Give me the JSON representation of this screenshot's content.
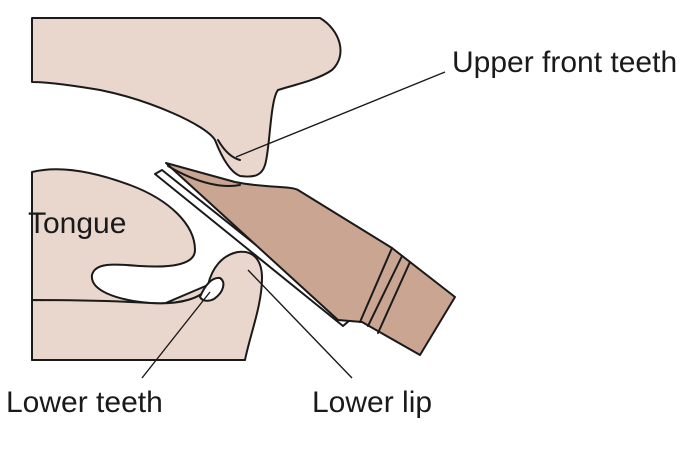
{
  "labels": {
    "upper_front_teeth": "Upper front teeth",
    "tongue": "Tongue",
    "lower_teeth": "Lower teeth",
    "lower_lip": "Lower lip"
  },
  "colors": {
    "skin": "#e9d6cd",
    "mouthpiece": "#c9a592",
    "outline": "#1a1a1a",
    "background": "#ffffff"
  }
}
